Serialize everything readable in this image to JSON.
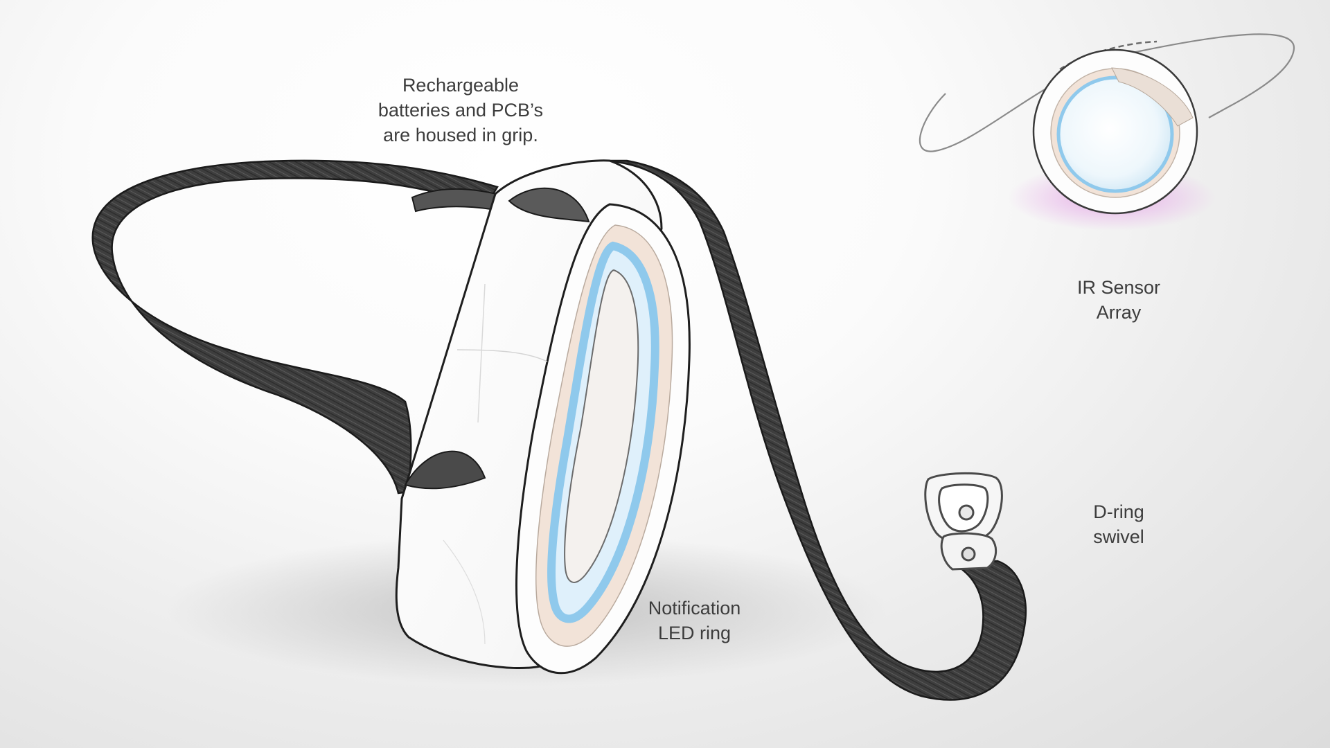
{
  "callouts": {
    "battery": "Rechargeable\nbatteries and PCB’s\nare housed in grip.",
    "ir_sensor": "IR Sensor\nArray",
    "d_ring": "D-ring\nswivel",
    "led_ring": "Notification\nLED ring"
  },
  "colors": {
    "strap": "#3d3d3d",
    "strap_edge": "#1a1a1a",
    "body_white": "#fdfdfd",
    "led_blue": "#8fc9ec",
    "led_glow": "#dff0fb",
    "inner_peach": "#f2e3d8",
    "ir_glow": "#e6a6e8",
    "label_text": "#3c3c3c"
  }
}
